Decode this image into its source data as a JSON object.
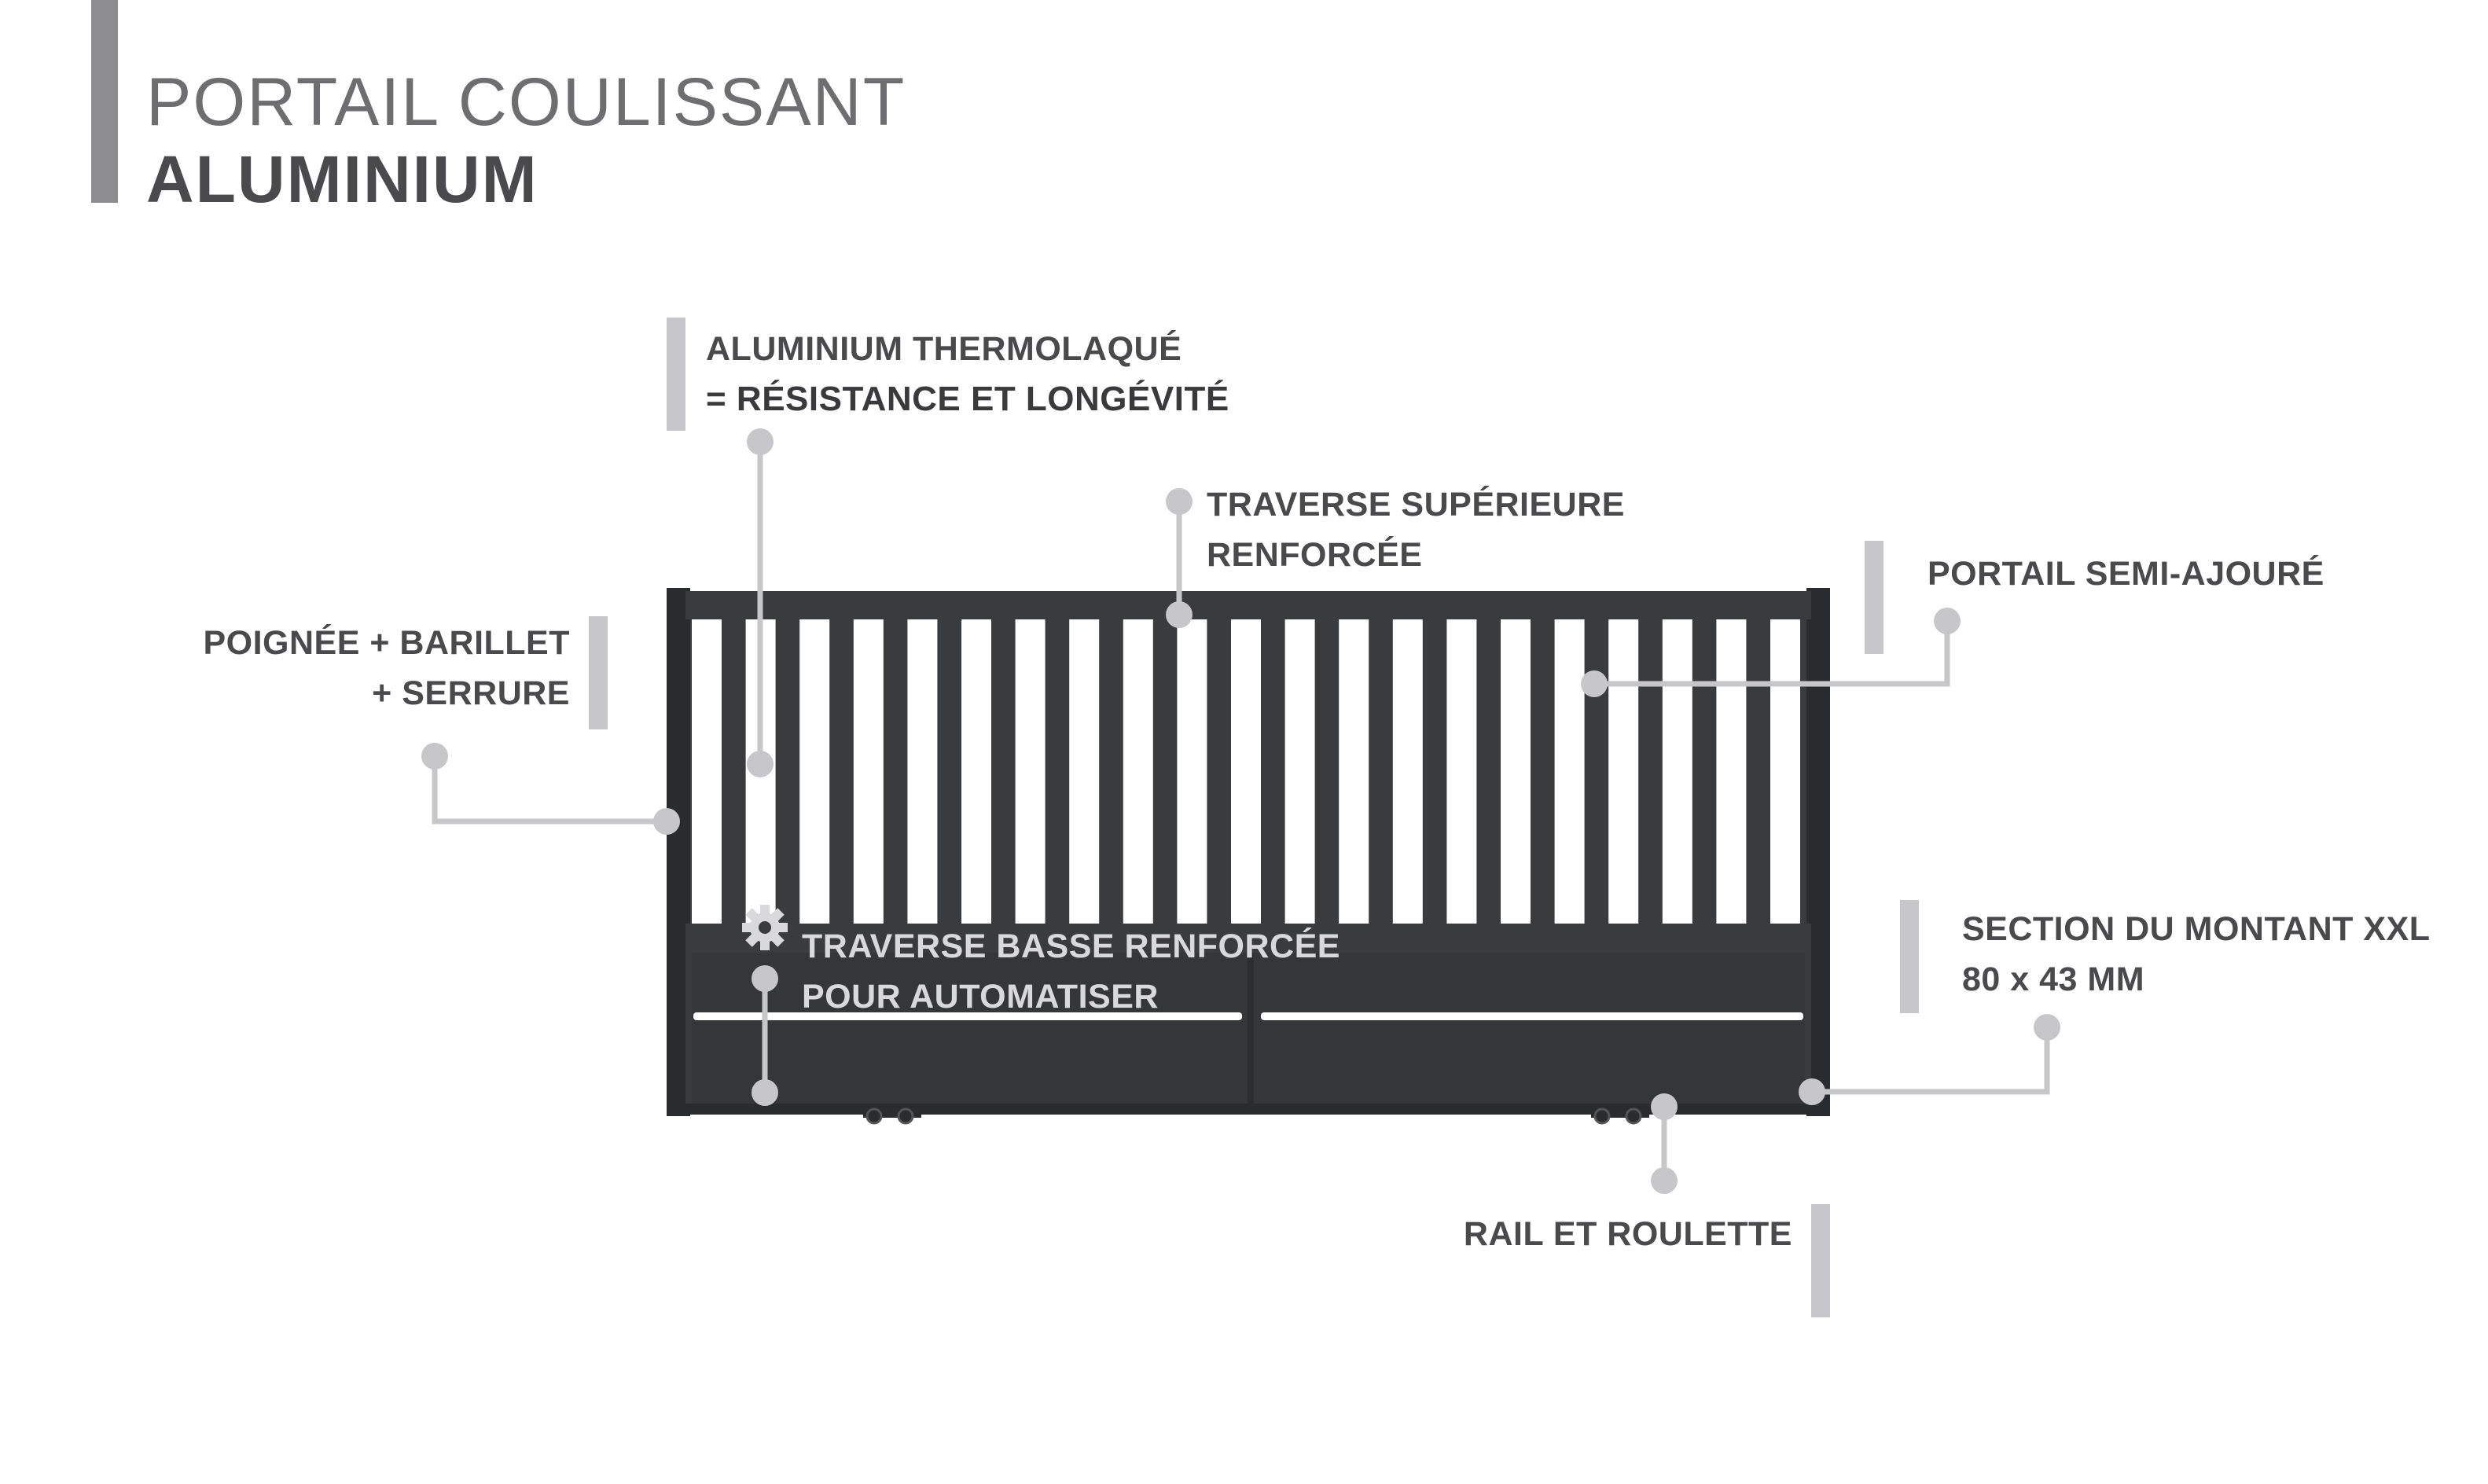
{
  "title": {
    "line1": "PORTAIL COULISSANT",
    "line2": "ALUMINIUM"
  },
  "callouts": {
    "aluminium": {
      "line1": "ALUMINIUM THERMOLAQUÉ",
      "line2": "= RÉSISTANCE ET LONGÉVITÉ"
    },
    "traverse_sup": {
      "line1": "TRAVERSE SUPÉRIEURE",
      "line2": "RENFORCÉE"
    },
    "semi_ajoure": {
      "line1": "PORTAIL SEMI-AJOURÉ"
    },
    "poignee": {
      "line1": "POIGNÉE + BARILLET",
      "line2": "+ SERRURE"
    },
    "traverse_basse": {
      "line1": "TRAVERSE BASSE RENFORCÉE",
      "line2": "POUR AUTOMATISER"
    },
    "montant": {
      "line1": "SECTION DU MONTANT XXL",
      "line2": "80 x 43 MM"
    },
    "rail": {
      "line1": "RAIL ET ROULETTE"
    }
  },
  "icons": {
    "automation": "gear-icon"
  },
  "colors": {
    "gate": "#3a3b3d",
    "gate_dark": "#2a2b2d",
    "callout_line": "#c7c7c9",
    "text": "#4a4a4c",
    "title_light": "#6e6e70",
    "title_bar": "#8d8d8f"
  }
}
